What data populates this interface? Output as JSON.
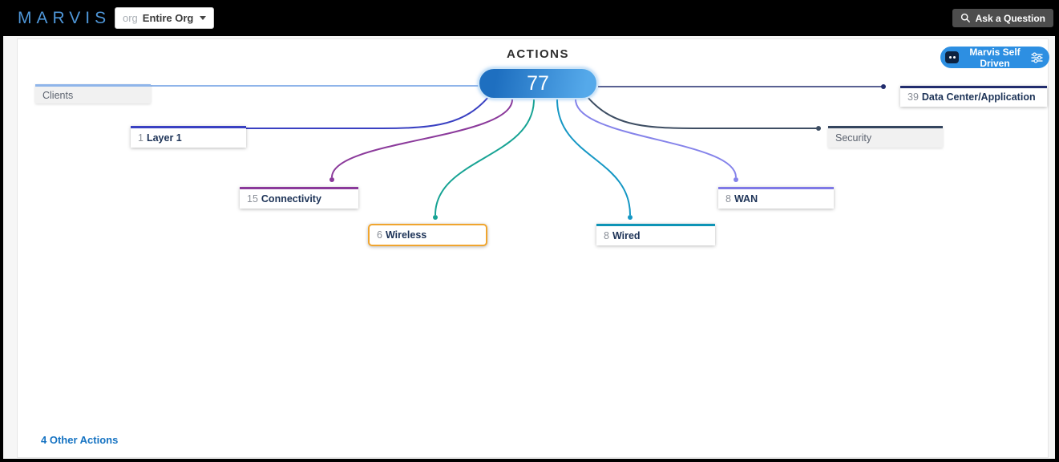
{
  "topbar": {
    "logo": "MARVIS",
    "org_tag": "org",
    "org_value": "Entire Org",
    "ask_button": "Ask a Question"
  },
  "header": {
    "title": "ACTIONS",
    "total_count": "77",
    "self_driven_button": "Marvis Self Driven"
  },
  "icons": {
    "search": "search-icon",
    "caret": "chevron-down-icon",
    "bot": "marvis-bot-icon",
    "sliders": "filter-sliders-icon"
  },
  "nodes": [
    {
      "id": "clients",
      "count": "",
      "label": "Clients",
      "color": "#8fb5ea"
    },
    {
      "id": "data-center",
      "count": "39",
      "label": "Data Center/Application",
      "color": "#222d6e"
    },
    {
      "id": "layer1",
      "count": "1",
      "label": "Layer 1",
      "color": "#3a41c2"
    },
    {
      "id": "security",
      "count": "",
      "label": "Security",
      "color": "#34455e"
    },
    {
      "id": "connectivity",
      "count": "15",
      "label": "Connectivity",
      "color": "#8b3a9b"
    },
    {
      "id": "wan",
      "count": "8",
      "label": "WAN",
      "color": "#7f79e6"
    },
    {
      "id": "wireless",
      "count": "6",
      "label": "Wireless",
      "color": "#17a394"
    },
    {
      "id": "wired",
      "count": "8",
      "label": "Wired",
      "color": "#0e94b6"
    }
  ],
  "links": [
    {
      "from": "actions",
      "to": "clients",
      "color": "#8fb5ea"
    },
    {
      "from": "actions",
      "to": "data-center",
      "color": "#222d6e"
    },
    {
      "from": "actions",
      "to": "layer1",
      "color": "#3a41c2"
    },
    {
      "from": "actions",
      "to": "security",
      "color": "#3e4e63"
    },
    {
      "from": "actions",
      "to": "connectivity",
      "color": "#8b3a9b"
    },
    {
      "from": "actions",
      "to": "wireless",
      "color": "#17a394"
    },
    {
      "from": "actions",
      "to": "wired",
      "color": "#1597c4"
    },
    {
      "from": "actions",
      "to": "wan",
      "color": "#8583ea"
    }
  ],
  "colors": {
    "accent_blue": "#2d8fe2",
    "selected_border": "#f0a52e",
    "pill_start": "#1e6fc0",
    "pill_end": "#55a9ea"
  },
  "footer": {
    "other_actions": "4 Other Actions"
  }
}
